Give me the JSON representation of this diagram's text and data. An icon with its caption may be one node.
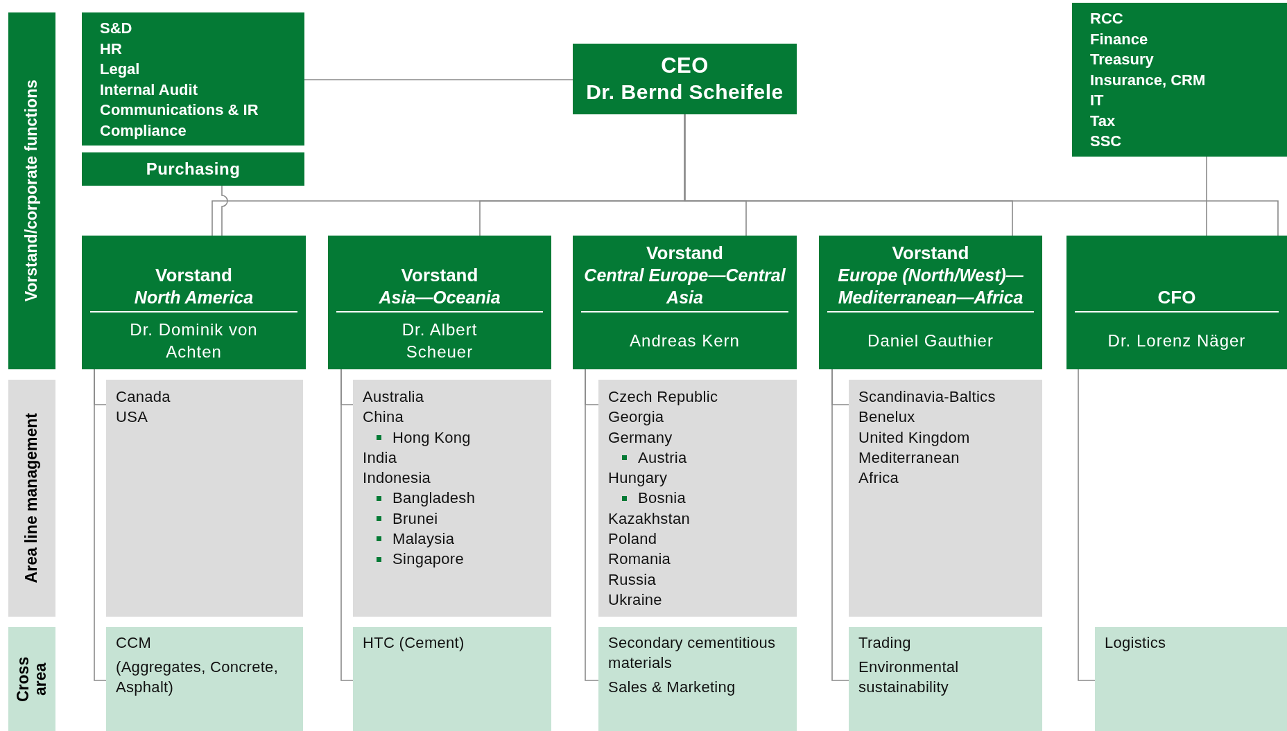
{
  "diagram": {
    "nodes": [
      {
        "text": [
          "Vorstand/corporate functions"
        ]
      },
      {
        "text": [
          "S&D",
          "HR",
          "Legal",
          "Internal Audit",
          "Communications & IR",
          "Compliance"
        ]
      },
      {
        "text": [
          "Purchasing"
        ]
      },
      {
        "text": [
          "CEO",
          "Dr. Bernd Scheifele"
        ]
      },
      {
        "text": [
          "RCC",
          "Finance",
          "Treasury",
          "Insurance, CRM",
          "IT",
          "Tax",
          "SSC"
        ]
      },
      {
        "text": [
          "Vorstand",
          "North America",
          "Dr. Dominik von Achten"
        ]
      },
      {
        "text": [
          "Vorstand",
          "Asia—Oceania",
          "Dr. Albert Scheuer"
        ]
      },
      {
        "text": [
          "Vorstand",
          "Central Europe—Central Asia",
          "Andreas Kern"
        ]
      },
      {
        "text": [
          "Vorstand",
          "Europe (North/West)—Mediterranean—Africa",
          "Daniel Gauthier"
        ]
      },
      {
        "text": [
          "CFO",
          "Dr. Lorenz Näger"
        ]
      },
      {
        "text": [
          "Area line management"
        ]
      },
      {
        "text": [
          "Canada",
          "USA"
        ]
      },
      {
        "text": [
          "Australia",
          "China",
          "Hong Kong",
          "India",
          "Indonesia",
          "Bangladesh",
          "Brunei",
          "Malaysia",
          "Singapore"
        ]
      },
      {
        "text": [
          "Czech Republic",
          "Georgia",
          "Germany",
          "Austria",
          "Hungary",
          "Bosnia",
          "Kazakhstan",
          "Poland",
          "Romania",
          "Russia",
          "Ukraine"
        ]
      },
      {
        "text": [
          "Scandinavia-Baltics",
          "Benelux",
          "United Kingdom",
          "Mediterranean",
          "Africa"
        ]
      },
      {
        "text": [
          "Cross area"
        ]
      },
      {
        "text": [
          "CCM",
          "(Aggregates, Concrete, Asphalt)"
        ]
      },
      {
        "text": [
          "HTC (Cement)"
        ]
      },
      {
        "text": [
          "Secondary cementitious materials",
          "Sales & Marketing"
        ]
      },
      {
        "text": [
          "Trading",
          "Environmental sustainability"
        ]
      },
      {
        "text": [
          "Logistics"
        ]
      }
    ],
    "edges": [
      {
        "from": 3,
        "to": 1,
        "arrow": "none"
      },
      {
        "from": 3,
        "to": 5,
        "arrow": "none"
      },
      {
        "from": 3,
        "to": 6,
        "arrow": "none"
      },
      {
        "from": 3,
        "to": 7,
        "arrow": "none"
      },
      {
        "from": 3,
        "to": 8,
        "arrow": "none"
      },
      {
        "from": 3,
        "to": 9,
        "arrow": "none"
      },
      {
        "from": 4,
        "to": 9,
        "arrow": "none"
      },
      {
        "from": 2,
        "to": 5,
        "arrow": "none"
      },
      {
        "from": 5,
        "to": 11,
        "arrow": "none"
      },
      {
        "from": 5,
        "to": 16,
        "arrow": "none"
      },
      {
        "from": 6,
        "to": 12,
        "arrow": "none"
      },
      {
        "from": 6,
        "to": 17,
        "arrow": "none"
      },
      {
        "from": 7,
        "to": 13,
        "arrow": "none"
      },
      {
        "from": 7,
        "to": 18,
        "arrow": "none"
      },
      {
        "from": 8,
        "to": 14,
        "arrow": "none"
      },
      {
        "from": 8,
        "to": 19,
        "arrow": "none"
      },
      {
        "from": 9,
        "to": 20,
        "arrow": "none"
      }
    ]
  }
}
